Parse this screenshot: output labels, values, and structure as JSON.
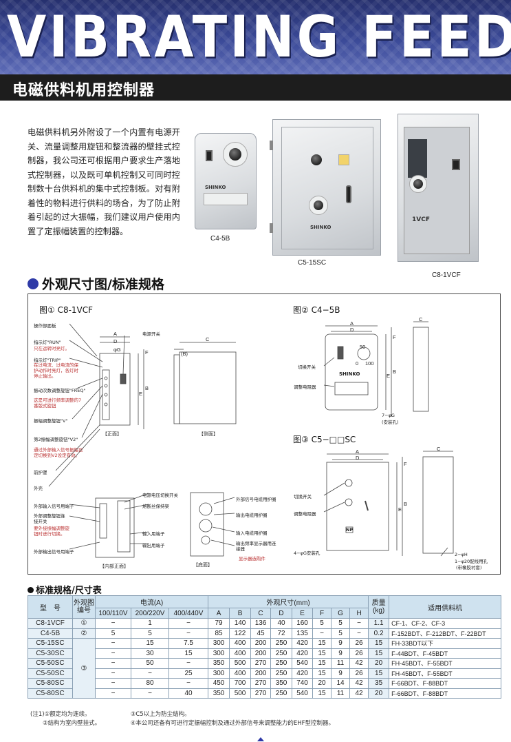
{
  "banner": {
    "title": "VIBRATING FEEDERS"
  },
  "subtitle": "电磁供料机用控制器",
  "intro": "电磁供料机另外附设了一个内置有电源开关、流量调整用旋钮和整流器的壁挂式控制器，我公司还可根据用户要求生产落地式控制器，以及既可单机控制又可同时控制数十台供料机的集中式控制板。对有附着性的物料进行供料的场合，为了防止附着引起的过大振幅，我们建议用户使用内置了定振幅装置的控制器。",
  "photos": [
    {
      "caption": "C4-5B",
      "logo": "SHINKO"
    },
    {
      "caption": "C5-15SC",
      "logo": "SHINKO"
    },
    {
      "caption": "C8-1VCF",
      "panel": "1VCF"
    }
  ],
  "section_drawings": "外观尺寸图/标准规格",
  "figures": {
    "fig1": {
      "label": "图① C8-1VCF",
      "annotations": [
        "操作部面板",
        "指示灯\"RUN\"",
        "只在运转时亮灯。",
        "指示灯\"TRIP\"",
        "在过电流、过电流的保护动作时亮灯，各灯时停止输出。",
        "振动次数调整旋钮\"FREQ\"",
        "这是可进行频率调整的7番版式旋钮",
        "振幅调整旋钮\"V\"",
        "第2振幅调整旋钮\"V2\"",
        "通过外部输入信号振幅设定切换到V2设定有效。",
        "前护罩",
        "外壳",
        "电源开关",
        "电源电压切换开关",
        "熔断丝保持架",
        "外部输入信号用端子",
        "外部调整旋钮连接开关",
        "要外接振幅调整旋钮时进行切换。",
        "输入用端子",
        "输出用端子",
        "外部输出信号用端子",
        "外部信号电缆用护圈",
        "输出电缆用护圈",
        "输入电缆用护圈",
        "输出频率显示器用连接器",
        "显示器选购件"
      ],
      "views": [
        "【正面】",
        "【侧面】",
        "【内部正面】",
        "【底面】"
      ],
      "dims": [
        "A",
        "B",
        "C",
        "D",
        "E",
        "F",
        "φG",
        "(B)"
      ]
    },
    "fig2": {
      "label": "图② C4−5B",
      "annotations": [
        "切换开关",
        "调整电阻器",
        "SHINKO",
        "7−φG",
        "(安装孔)"
      ],
      "dial": [
        "50",
        "0",
        "100"
      ],
      "dims": [
        "A",
        "B",
        "C",
        "D",
        "E",
        "F"
      ]
    },
    "fig3": {
      "label": "图③ C5−□□SC",
      "annotations": [
        "切换开关",
        "调整电阻器",
        "4−φG安装孔",
        "2−φH",
        "1−φ20配线用孔",
        "(带橡胶衬套)",
        "NP"
      ],
      "dims": [
        "A",
        "B",
        "C",
        "D",
        "E",
        "F"
      ]
    }
  },
  "section_table": "标准规格/尺寸表",
  "table": {
    "headers": {
      "model": "型　号",
      "fig": "外观图编号",
      "current": "电流(A)",
      "current_sub": [
        "100/110V",
        "200/220V",
        "400/440V"
      ],
      "dims": "外观尺寸(mm)",
      "dims_sub": [
        "A",
        "B",
        "C",
        "D",
        "E",
        "F",
        "G",
        "H"
      ],
      "mass": "质量(kg)",
      "feeder": "适用供料机"
    },
    "rows": [
      {
        "model": "C8-1VCF",
        "fig": "①",
        "c100": "−",
        "c200": "1",
        "c400": "−",
        "A": "79",
        "B": "140",
        "C": "136",
        "D": "40",
        "E": "160",
        "F": "5",
        "G": "5",
        "H": "−",
        "mass": "1.1",
        "feeder": "CF-1、CF-2、CF-3"
      },
      {
        "model": "C4-5B",
        "fig": "②",
        "c100": "5",
        "c200": "5",
        "c400": "−",
        "A": "85",
        "B": "122",
        "C": "45",
        "D": "72",
        "E": "135",
        "F": "−",
        "G": "5",
        "H": "−",
        "mass": "0.2",
        "feeder": "F-152BDT、F-212BDT、F-22BDT"
      },
      {
        "model": "C5-15SC",
        "fig": "",
        "c100": "−",
        "c200": "15",
        "c400": "7.5",
        "A": "300",
        "B": "400",
        "C": "200",
        "D": "250",
        "E": "420",
        "F": "15",
        "G": "9",
        "H": "26",
        "mass": "15",
        "feeder": "FH-33BDT以下"
      },
      {
        "model": "C5-30SC",
        "fig": "",
        "c100": "−",
        "c200": "30",
        "c400": "15",
        "A": "300",
        "B": "400",
        "C": "200",
        "D": "250",
        "E": "420",
        "F": "15",
        "G": "9",
        "H": "26",
        "mass": "15",
        "feeder": "F-44BDT、F-45BDT"
      },
      {
        "model": "C5-50SC",
        "fig": "③",
        "c100": "−",
        "c200": "50",
        "c400": "−",
        "A": "350",
        "B": "500",
        "C": "270",
        "D": "250",
        "E": "540",
        "F": "15",
        "G": "11",
        "H": "42",
        "mass": "20",
        "feeder": "FH-45BDT、F-55BDT"
      },
      {
        "model": "C5-50SC",
        "fig": "",
        "c100": "−",
        "c200": "−",
        "c400": "25",
        "A": "300",
        "B": "400",
        "C": "200",
        "D": "250",
        "E": "420",
        "F": "15",
        "G": "9",
        "H": "26",
        "mass": "15",
        "feeder": "FH-45BDT、F-55BDT"
      },
      {
        "model": "C5-80SC",
        "fig": "",
        "c100": "−",
        "c200": "80",
        "c400": "−",
        "A": "450",
        "B": "700",
        "C": "270",
        "D": "350",
        "E": "740",
        "F": "20",
        "G": "14",
        "H": "42",
        "mass": "35",
        "feeder": "F-66BDT、F-88BDT"
      },
      {
        "model": "C5-80SC",
        "fig": "",
        "c100": "−",
        "c200": "−",
        "c400": "40",
        "A": "350",
        "B": "500",
        "C": "270",
        "D": "250",
        "E": "540",
        "F": "15",
        "G": "11",
        "H": "42",
        "mass": "20",
        "feeder": "F-66BDT、F-88BDT"
      }
    ]
  },
  "notes": [
    [
      "(注1)①额定均为连续。",
      "③C5以上为防尘结构。"
    ],
    [
      "②结构为室内壁挂式。",
      "④本公司还备有可进行定振幅控制及通过外部信号来调整能力的EHF型控制器。"
    ]
  ],
  "colors": {
    "banner": "#3b4a98",
    "bar": "#1d1d1d",
    "accent": "#2f3aa7",
    "table_head": "#cfe2ef"
  }
}
